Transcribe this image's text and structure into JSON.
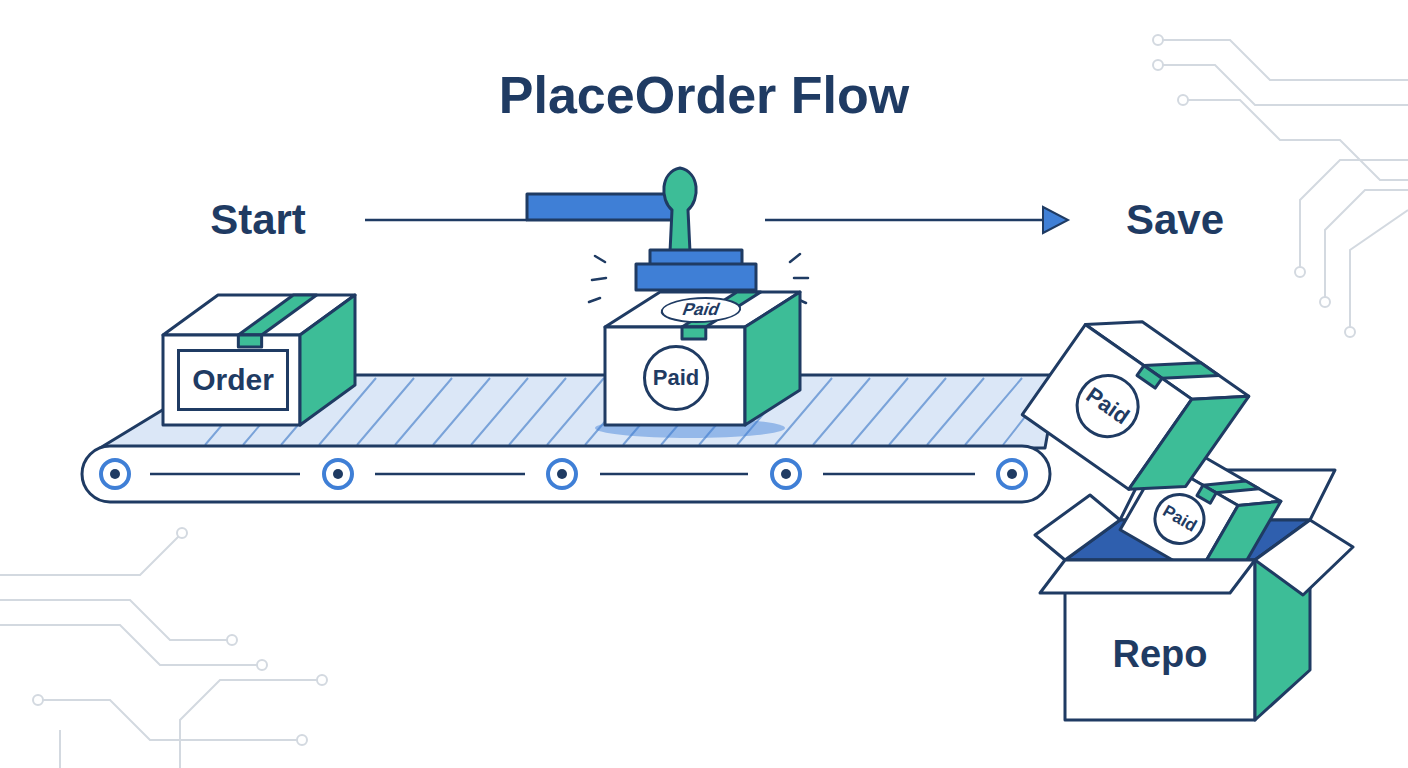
{
  "diagram": {
    "title": "PlaceOrder Flow",
    "nodes": [
      {
        "text": [
          "Order"
        ]
      },
      {
        "text": [
          "Paid",
          "Paid"
        ]
      },
      {
        "text": [
          "Paid"
        ]
      },
      {
        "text": [
          "Repo"
        ]
      },
      {
        "text": [
          "Paid"
        ],
        "in": 3
      }
    ],
    "labels": [
      "Start",
      "Save"
    ]
  }
}
